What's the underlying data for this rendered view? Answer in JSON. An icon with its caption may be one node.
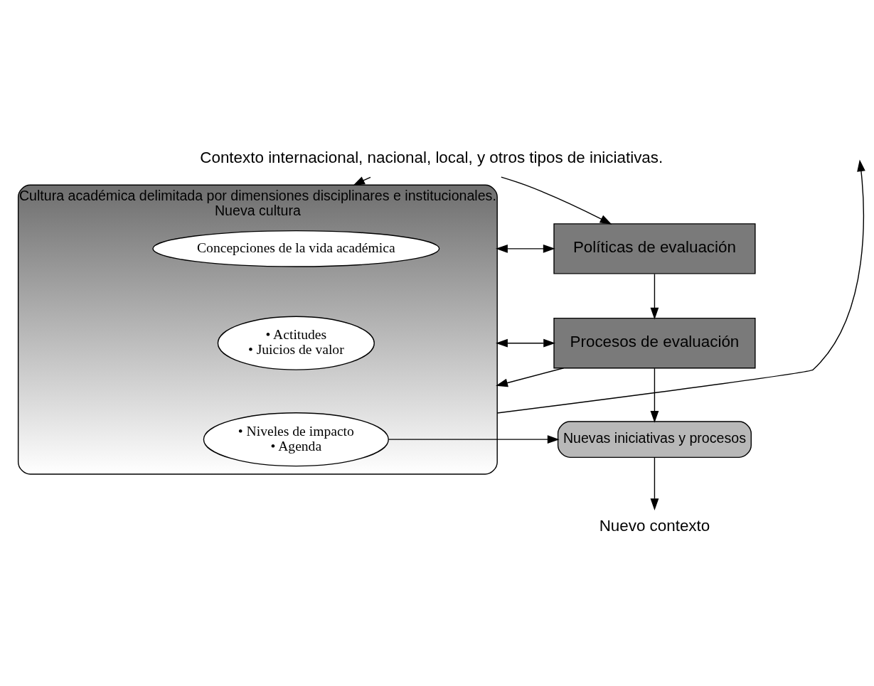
{
  "diagram": {
    "nodes": [
      {
        "text": [
          "Contexto internacional, nacional, local, y otros tipos de iniciativas."
        ]
      },
      {
        "text": [
          "Políticas de evaluación"
        ]
      },
      {
        "text": [
          "Procesos de evaluación"
        ]
      },
      {
        "text": [
          "Nuevas iniciativas y procesos"
        ]
      },
      {
        "text": [
          "Cultura académica delimitada por dimensiones disciplinares e institucionales.",
          "Nueva cultura"
        ]
      },
      {
        "text": [
          "Concepciones de la vida académica"
        ],
        "in": 4
      },
      {
        "text": [
          "• Actitudes",
          "• Juicios de valor"
        ],
        "in": 4
      },
      {
        "text": [
          "• Niveles de impacto",
          "• Agenda"
        ],
        "in": 4
      },
      {
        "text": [
          "Nuevo contexto"
        ]
      }
    ],
    "edges": [
      {
        "from": 0,
        "to": 1,
        "arrow": "to"
      },
      {
        "from": 1,
        "to": 2,
        "arrow": "to"
      },
      {
        "from": 2,
        "to": 3,
        "arrow": "to"
      },
      {
        "from": 1,
        "to": 4,
        "arrow": "both"
      },
      {
        "from": 2,
        "to": 4,
        "arrow": "both"
      },
      {
        "from": 2,
        "to": 4,
        "arrow": "to"
      },
      {
        "from": 7,
        "to": 3,
        "arrow": "to"
      },
      {
        "from": 0,
        "to": 4,
        "arrow": "to"
      },
      {
        "from": 4,
        "to": null,
        "arrow": "to"
      },
      {
        "from": 3,
        "to": 8,
        "arrow": "to"
      }
    ]
  }
}
